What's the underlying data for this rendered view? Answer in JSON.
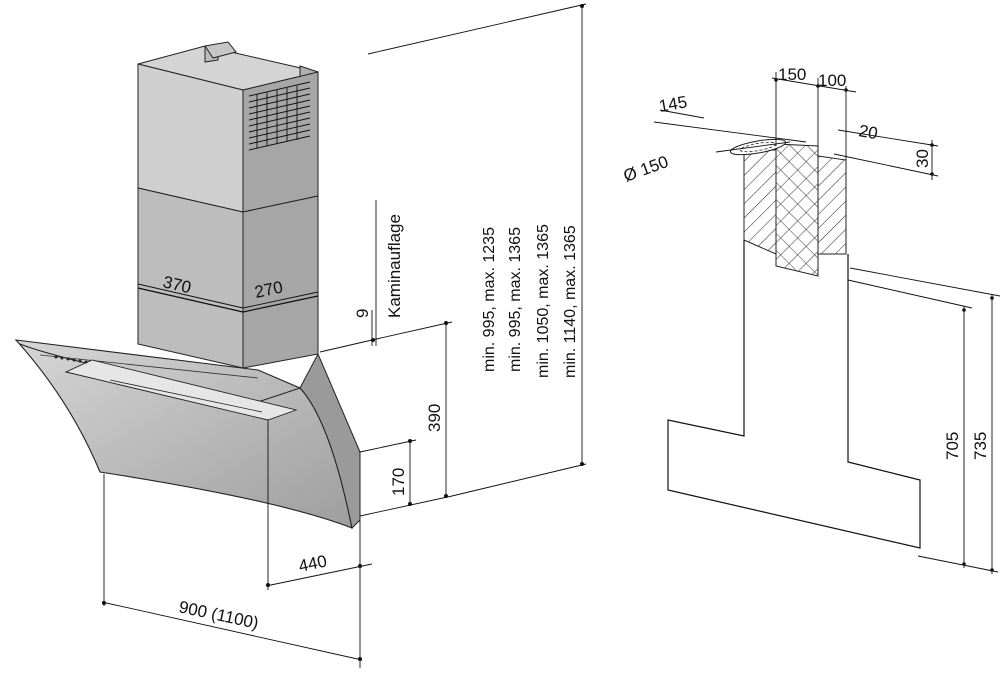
{
  "left_view": {
    "chimney_depth": "370",
    "chimney_width": "270",
    "chimney_support_gap": "9",
    "chimney_support_label": "Kaminauflage",
    "height_390": "390",
    "height_170": "170",
    "depth_440": "440",
    "width_label": "900 (1100)",
    "height_ranges": [
      "min. 995, max. 1235",
      "min. 995, max. 1365",
      "min. 1050, max. 1365",
      "min. 1140, max. 1365"
    ]
  },
  "right_view": {
    "offset_145": "145",
    "diameter": "Ø 150",
    "chimney_150": "150",
    "chimney_100": "100",
    "offset_20": "20",
    "offset_30": "30",
    "height_705": "705",
    "height_735": "735"
  }
}
